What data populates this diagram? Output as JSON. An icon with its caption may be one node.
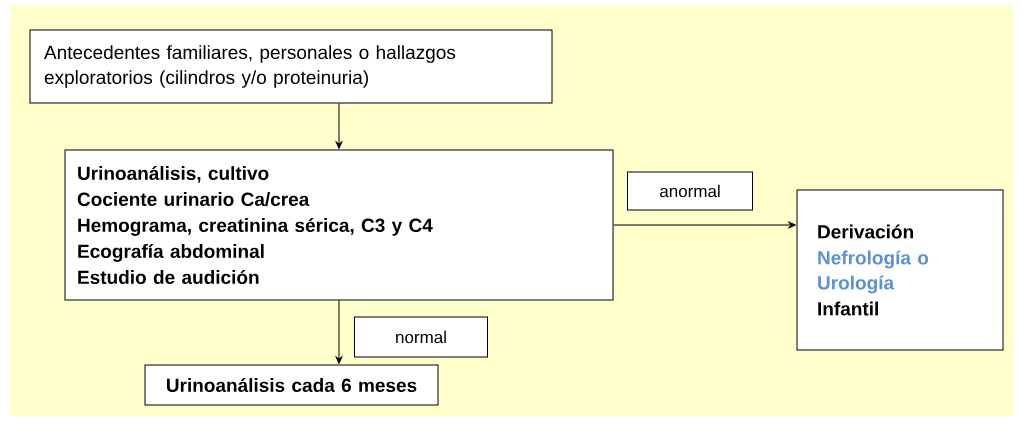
{
  "diagram": {
    "nodes": [
      {
        "text": [
          "Antecedentes familiares, personales o hallazgos exploratorios (cilindros y/o proteinuria)"
        ]
      },
      {
        "text": [
          "Urinoanálisis, cultivo",
          "Cociente urinario Ca/crea",
          "Hemograma, creatinina sérica, C3 y C4",
          "Ecografía abdominal",
          "Estudio de audición"
        ]
      },
      {
        "text": [
          "Derivación",
          "Nefrología o Urología",
          "Infantil"
        ]
      },
      {
        "text": [
          "Urinoanálisis cada 6 meses"
        ]
      }
    ],
    "edges": [
      {
        "from": 0,
        "to": 1,
        "arrow": "to"
      },
      {
        "from": 1,
        "to": 2,
        "arrow": "to",
        "label": "anormal"
      },
      {
        "from": 1,
        "to": 3,
        "arrow": "to",
        "label": "normal"
      }
    ]
  }
}
